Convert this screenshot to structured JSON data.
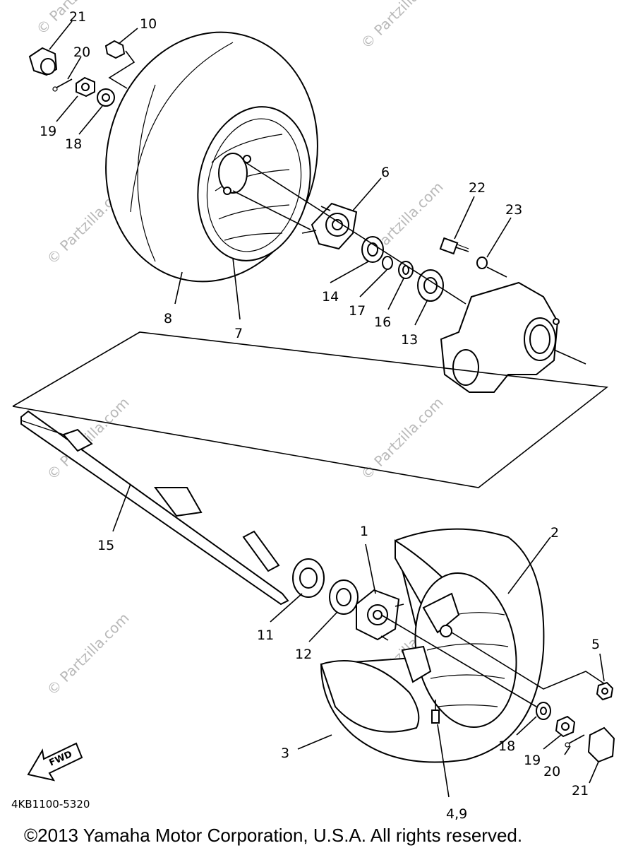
{
  "diagram": {
    "callouts": {
      "p21a": "21",
      "p10": "10",
      "p20a": "20",
      "p19a": "19",
      "p18a": "18",
      "p6": "6",
      "p22": "22",
      "p23": "23",
      "p8": "8",
      "p7": "7",
      "p14": "14",
      "p17": "17",
      "p16": "16",
      "p13": "13",
      "p15": "15",
      "p1": "1",
      "p2": "2",
      "p11": "11",
      "p12": "12",
      "p5": "5",
      "p3": "3",
      "p18b": "18",
      "p19b": "19",
      "p20b": "20",
      "p21b": "21",
      "p49": "4,9"
    },
    "fwd_label": "FWD",
    "part_code": "4KB1100-5320",
    "watermarks": [
      "© Partzilla.com",
      "© Partzilla.com",
      "© Partzilla.com",
      "© Partzilla.com",
      "© Partzilla.com",
      "© Partzilla.com",
      "© Partzilla.com",
      "© Partzilla.com",
      "© Partzilla.com",
      "© Partzilla.com"
    ]
  },
  "footer": {
    "copyright": "©2013 Yamaha Motor Corporation, U.S.A. All rights reserved."
  }
}
